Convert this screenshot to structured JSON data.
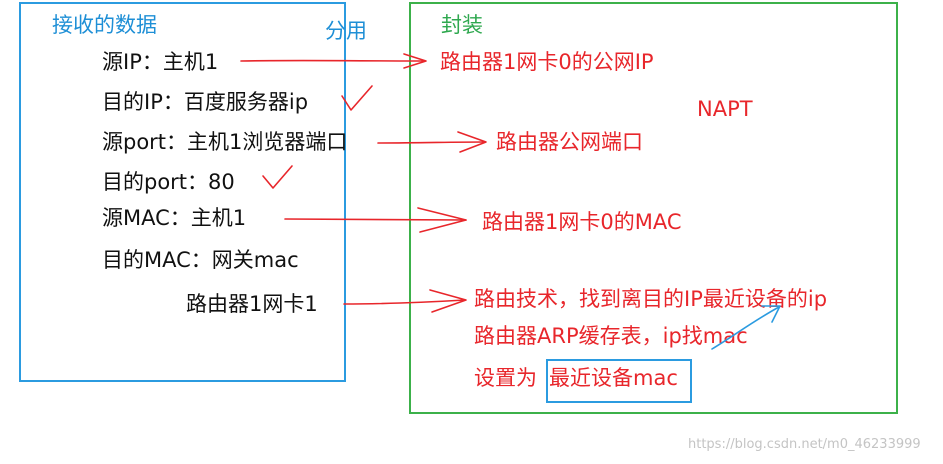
{
  "left_panel": {
    "title": "接收的数据",
    "fields": [
      "源IP：主机1",
      "目的IP：百度服务器ip",
      "源port：主机1浏览器端口",
      "目的port：80",
      "源MAC：主机1",
      "目的MAC：网关mac",
      "路由器1网卡1"
    ]
  },
  "middle_label": "分用",
  "right_panel": {
    "title": "封装",
    "napt_label": "NAPT",
    "results": [
      "路由器1网卡0的公网IP",
      "路由器公网端口",
      "路由器1网卡0的MAC",
      "路由技术，找到离目的IP最近设备的ip",
      "路由器ARP缓存表，ip找mac",
      "设置为",
      "最近设备mac"
    ]
  },
  "watermark": "https://blog.csdn.net/m0_46233999",
  "colors": {
    "left_border": "#2b9be0",
    "right_border": "#3cb14a",
    "annotation_red": "#e8262b",
    "arrow_blue": "#2b9be0"
  }
}
